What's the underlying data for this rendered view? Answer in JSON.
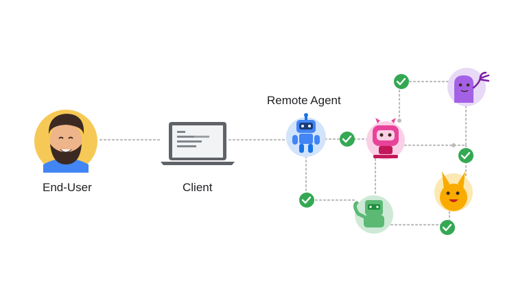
{
  "labels": {
    "end_user": "End-User",
    "client": "Client",
    "remote_agent": "Remote Agent"
  },
  "colors": {
    "dotted_line": "#bdbdbd",
    "check_green": "#34a853",
    "end_user_bg": "#f6c956",
    "remote_agent_bg": "#d2e3fc",
    "agent_blue": "#4285f4",
    "pink_bg": "#fbd0e6",
    "pink_agent": "#e8439a",
    "purple_bg": "#e8d9f7",
    "purple_agent": "#a461e6",
    "yellow_bg": "#fce8b2",
    "yellow_agent": "#f9ab00",
    "green_bg": "#ceead6",
    "green_agent": "#5bb974",
    "laptop": "#5f6368"
  },
  "icons": [
    "user-avatar",
    "laptop-icon",
    "robot-icon",
    "check-icon"
  ]
}
